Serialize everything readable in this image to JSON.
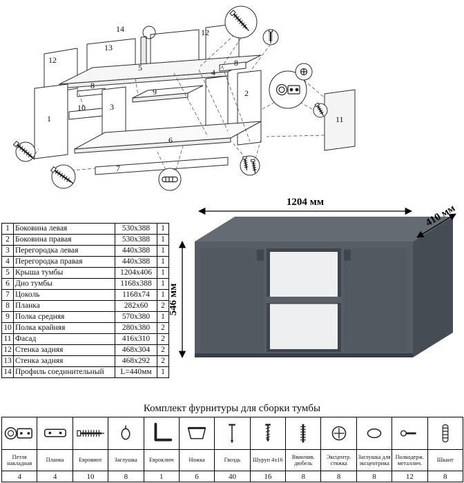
{
  "diagram": {
    "callouts": [
      "14",
      "13",
      "12",
      "5",
      "12",
      "8",
      "8",
      "1",
      "3",
      "10",
      "9",
      "4",
      "2",
      "6",
      "7",
      "11"
    ]
  },
  "parts_table": {
    "rows": [
      {
        "num": "1",
        "name": "Боковина левая",
        "size": "530x388",
        "qty": "1"
      },
      {
        "num": "2",
        "name": "Боковина правая",
        "size": "530x388",
        "qty": "1"
      },
      {
        "num": "3",
        "name": "Перегородка левая",
        "size": "440x388",
        "qty": "1"
      },
      {
        "num": "4",
        "name": "Перегородка правая",
        "size": "440x388",
        "qty": "1"
      },
      {
        "num": "5",
        "name": "Крыша тумбы",
        "size": "1204x406",
        "qty": "1"
      },
      {
        "num": "6",
        "name": "Дно тумбы",
        "size": "1168x388",
        "qty": "1"
      },
      {
        "num": "7",
        "name": "Цоколь",
        "size": "1168x74",
        "qty": "1"
      },
      {
        "num": "8",
        "name": "Планка",
        "size": "282x60",
        "qty": "2"
      },
      {
        "num": "9",
        "name": "Полка средняя",
        "size": "570x380",
        "qty": "1"
      },
      {
        "num": "10",
        "name": "Полка крайняя",
        "size": "280x380",
        "qty": "2"
      },
      {
        "num": "11",
        "name": "Фасад",
        "size": "416x310",
        "qty": "2"
      },
      {
        "num": "12",
        "name": "Стенка задняя",
        "size": "468x304",
        "qty": "2"
      },
      {
        "num": "13",
        "name": "Стенка задняя",
        "size": "468x292",
        "qty": "2"
      },
      {
        "num": "14",
        "name": "Профиль соединительный",
        "size": "L=440мм",
        "qty": "1"
      }
    ]
  },
  "product": {
    "dim_width": "1204 мм",
    "dim_depth": "410 мм",
    "dim_height": "546 мм",
    "colors": {
      "front": "#565d65",
      "top": "#646b73",
      "side": "#454c54",
      "door": "#525961",
      "interior": "#edeff1",
      "shelf": "#596067"
    }
  },
  "hardware": {
    "title": "Комплект фурнитуры для сборки тумбы",
    "items": [
      {
        "icon": "hinge-icon",
        "name": "Петля накладная",
        "qty": "4"
      },
      {
        "icon": "plate-icon",
        "name": "Планка",
        "qty": "4"
      },
      {
        "icon": "confirmat-icon",
        "name": "Евровинт",
        "qty": "10"
      },
      {
        "icon": "cap-icon",
        "name": "Заглушка",
        "qty": "8"
      },
      {
        "icon": "hexkey-icon",
        "name": "Евроключ",
        "qty": "1"
      },
      {
        "icon": "leg-icon",
        "name": "Ножка",
        "qty": "6"
      },
      {
        "icon": "nail-icon",
        "name": "Гвоздь",
        "qty": "40"
      },
      {
        "icon": "screw-icon",
        "name": "Шуруп 4x16",
        "qty": "16"
      },
      {
        "icon": "dowel-screw-icon",
        "name": "Ввинчив. дюбель",
        "qty": "8"
      },
      {
        "icon": "cam-lock-icon",
        "name": "Эксцентр. стяжка",
        "qty": "8"
      },
      {
        "icon": "cam-cap-icon",
        "name": "Заглушка для эксцентрика",
        "qty": "8"
      },
      {
        "icon": "shelf-pin-icon",
        "name": "Полкодерж. металлич.",
        "qty": "12"
      },
      {
        "icon": "dowel-icon",
        "name": "Шкант",
        "qty": "8"
      }
    ]
  }
}
